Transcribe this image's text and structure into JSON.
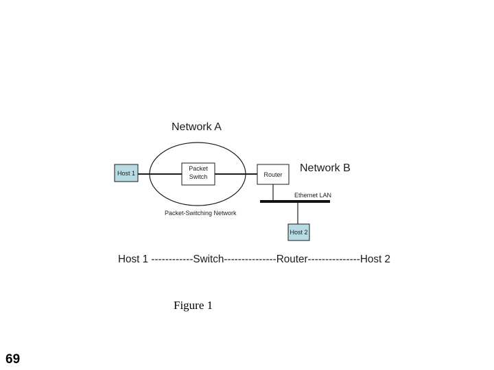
{
  "diagram": {
    "network_a_label": "Network A",
    "network_b_label": "Network B",
    "host1_label": "Host 1",
    "switch_label_line1": "Packet",
    "switch_label_line2": "Switch",
    "router_label": "Router",
    "ethernet_label": "Ethernet LAN",
    "host2_label": "Host 2",
    "psn_label": "Packet-Switching Network",
    "path_text": "Host 1 ------------Switch---------------Router---------------Host 2"
  },
  "caption": "Figure 1",
  "page_number": "69",
  "colors": {
    "host_fill": "#b7dbe2",
    "line": "#1a1a1a",
    "box_fill": "#ffffff"
  }
}
